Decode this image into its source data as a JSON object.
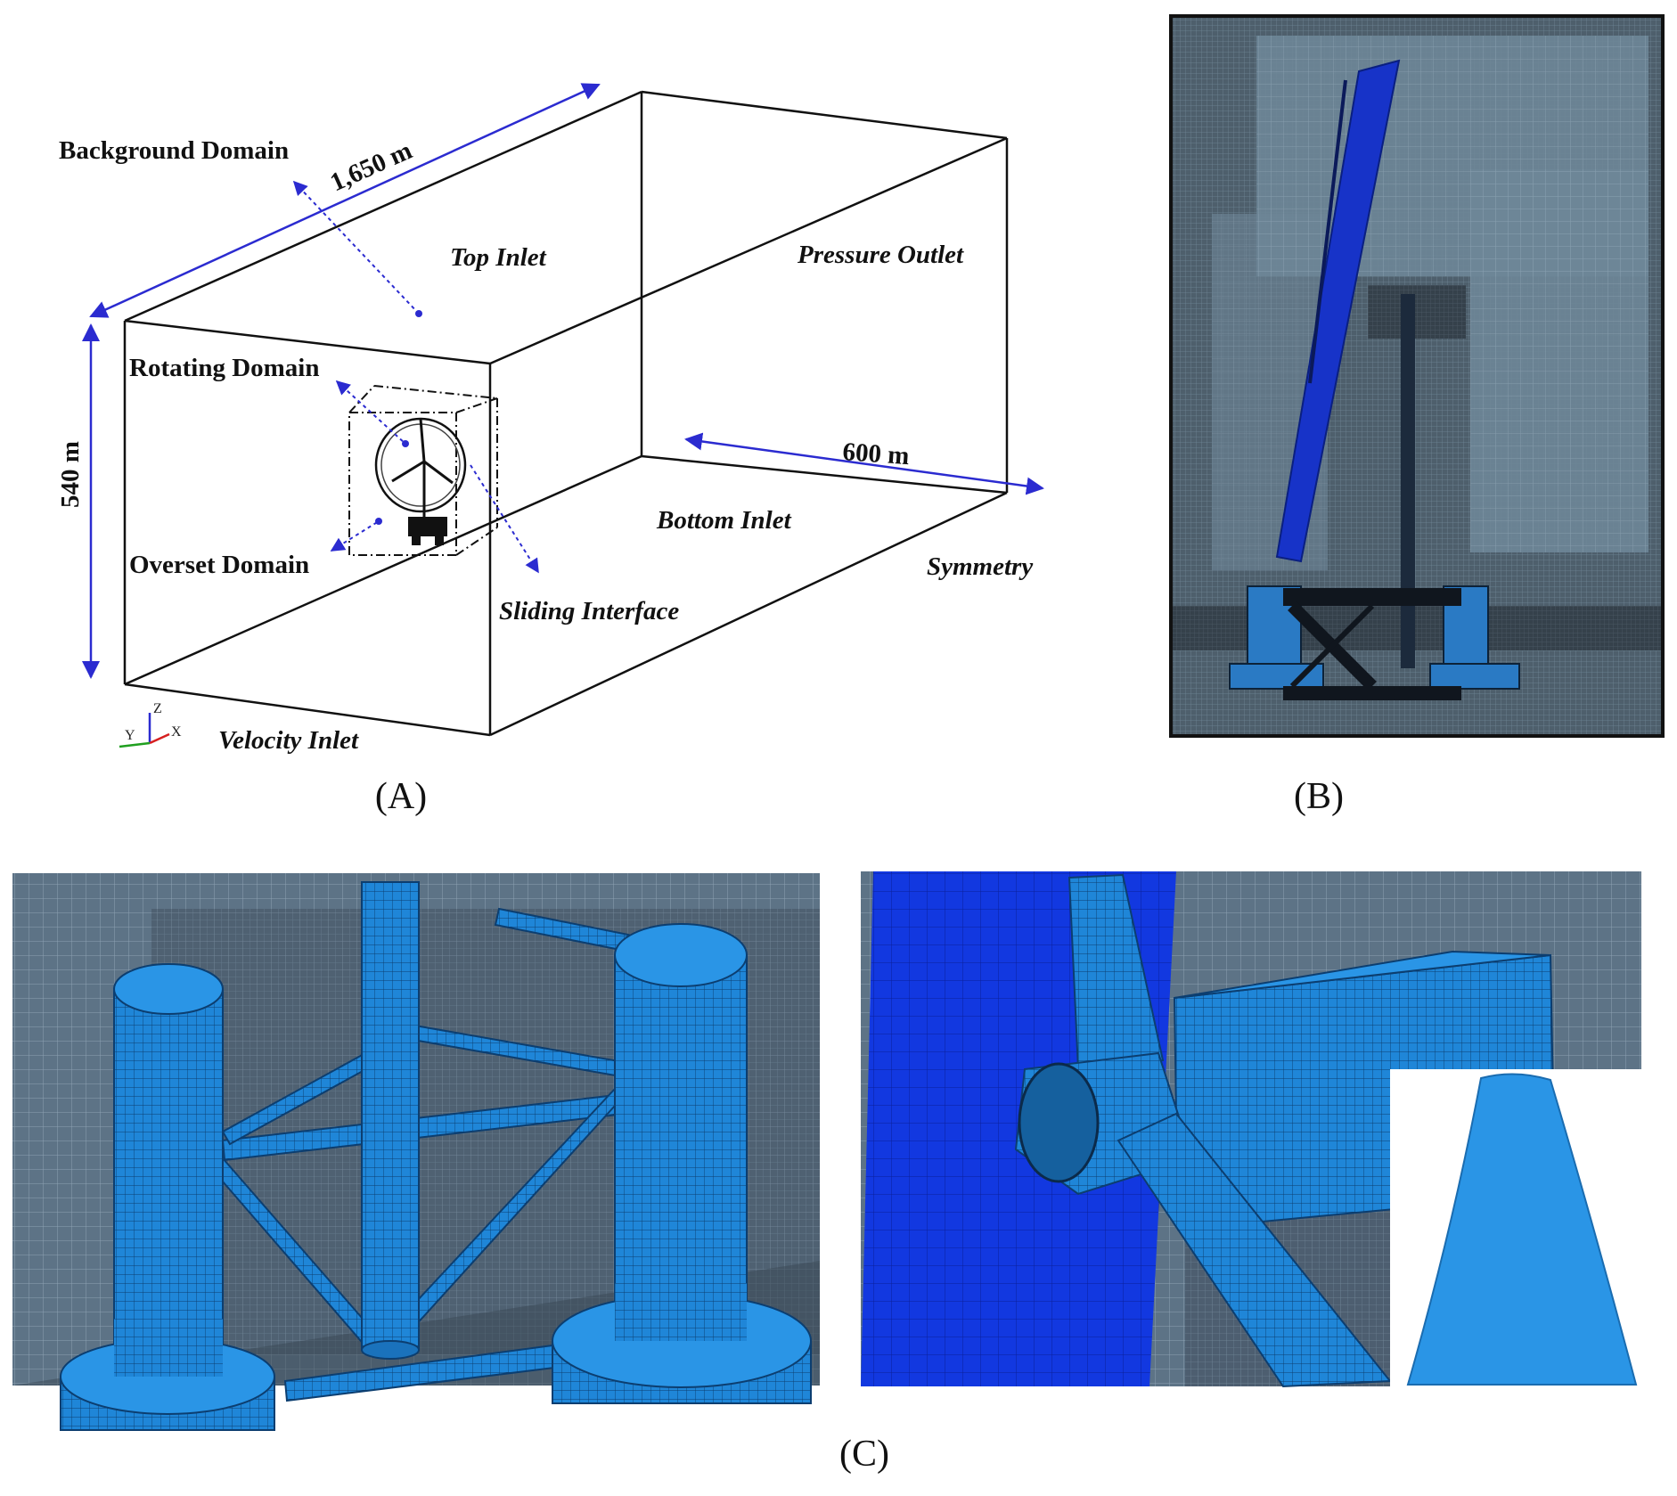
{
  "panel_a": {
    "caption": "(A)",
    "labels": {
      "background_domain": "Background Domain",
      "top_inlet": "Top Inlet",
      "pressure_outlet": "Pressure Outlet",
      "rotating_domain": "Rotating Domain",
      "overset_domain": "Overset Domain",
      "bottom_inlet": "Bottom Inlet",
      "symmetry": "Symmetry",
      "sliding_interface": "Sliding Interface",
      "velocity_inlet": "Velocity Inlet"
    },
    "dimensions": {
      "length": "1,650 m",
      "height": "540 m",
      "width": "600 m"
    },
    "axes": {
      "z": "Z",
      "y": "Y",
      "x": "X"
    }
  },
  "panel_b": {
    "caption": "(B)"
  },
  "panel_c": {
    "caption": "(C)"
  },
  "colors": {
    "dimension_line": "#2b2bd0",
    "mesh_background": "#5d7386",
    "mesh_dark": "#3b4752",
    "structure_blue": "#1f86d8",
    "blade_blue": "#1238e0"
  }
}
